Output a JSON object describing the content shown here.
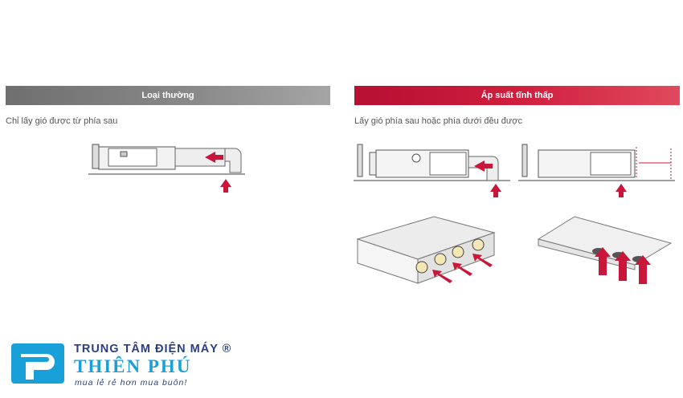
{
  "left_panel": {
    "header": "Loại thường",
    "caption": "Chỉ lấy gió được từ phía sau",
    "header_color": "#7d7d7d"
  },
  "right_panel": {
    "header": "Áp suất tĩnh thấp",
    "caption": "Lấy gió phía sau hoặc phía dưới đều được",
    "header_color": "#c8173a"
  },
  "arrow_color": "#c8173a",
  "brand": {
    "line1": "TRUNG TÂM ĐIỆN MÁY ®",
    "line2": "THIÊN PHÚ",
    "tagline": "mua lẻ rẻ hơn mua buôn!",
    "primary_color": "#2b3e82",
    "accent_color": "#1aa0d8"
  }
}
